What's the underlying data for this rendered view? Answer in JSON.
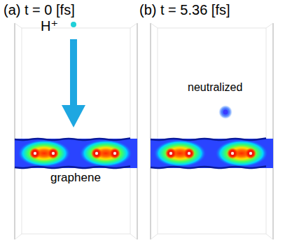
{
  "diagram": {
    "nodes": [
      {
        "text": [
          "(a) t = 0 [fs]"
        ]
      },
      {
        "text": [
          "(b) t = 5.36 [fs]"
        ]
      }
    ],
    "labels": [
      "H⁺",
      "graphene",
      "neutralized"
    ]
  }
}
